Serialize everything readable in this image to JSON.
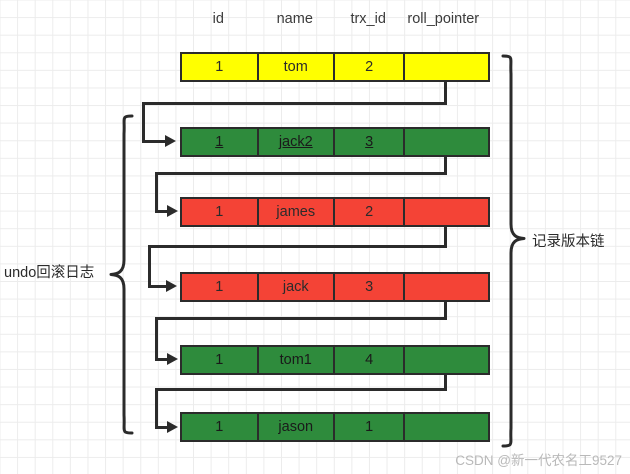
{
  "table": {
    "columns": [
      {
        "key": "id",
        "label": "id"
      },
      {
        "key": "name",
        "label": "name"
      },
      {
        "key": "trx_id",
        "label": "trx_id"
      },
      {
        "key": "roll_pointer",
        "label": "roll_pointer"
      }
    ],
    "rows": [
      {
        "id": "1",
        "name": "tom",
        "trx_id": "2",
        "roll_pointer": "",
        "color": "yellow",
        "underlined": false
      },
      {
        "id": "1",
        "name": "jack2",
        "trx_id": "3",
        "roll_pointer": "",
        "color": "green",
        "underlined": true
      },
      {
        "id": "1",
        "name": "james",
        "trx_id": "2",
        "roll_pointer": "",
        "color": "red",
        "underlined": false
      },
      {
        "id": "1",
        "name": "jack",
        "trx_id": "3",
        "roll_pointer": "",
        "color": "red",
        "underlined": false
      },
      {
        "id": "1",
        "name": "tom1",
        "trx_id": "4",
        "roll_pointer": "",
        "color": "green",
        "underlined": false
      },
      {
        "id": "1",
        "name": "jason",
        "trx_id": "1",
        "roll_pointer": "",
        "color": "green",
        "underlined": false
      }
    ]
  },
  "annotations": {
    "left_label": "undo回滚日志",
    "right_label": "记录版本链"
  },
  "colors": {
    "yellow": "#ffff00",
    "green": "#2e8b3c",
    "red": "#f44336",
    "stroke": "#2b2b2b",
    "grid": "#ececec",
    "watermark": "#b9b9b9"
  },
  "watermark": "CSDN @新一代农名工9527"
}
